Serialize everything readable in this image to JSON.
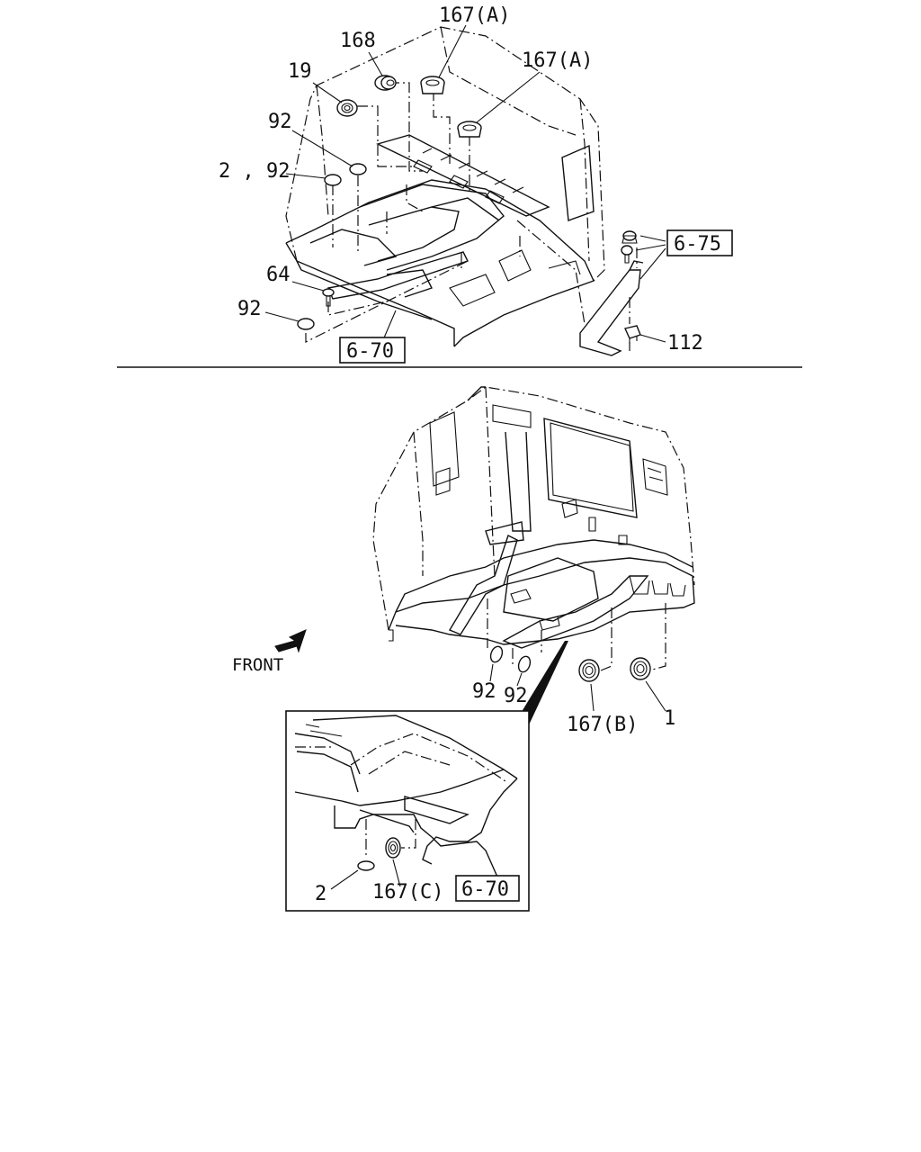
{
  "labels": {
    "top_167a_1": "167(A)",
    "top_167a_2": "167(A)",
    "top_168": "168",
    "top_19": "19",
    "top_92": "92",
    "top_2_92": "2 , 92",
    "top_64": "64",
    "top_92_b": "92",
    "top_6_70": "6-70",
    "top_6_75": "6-75",
    "top_112": "112",
    "front": "FRONT",
    "bot_92_1": "92",
    "bot_92_2": "92",
    "bot_167b": "167(B)",
    "bot_1": "1",
    "inset_2": "2",
    "inset_167c": "167(C)",
    "inset_6_70": "6-70"
  },
  "icons": {
    "front_arrow": "front-direction-arrow-icon"
  }
}
